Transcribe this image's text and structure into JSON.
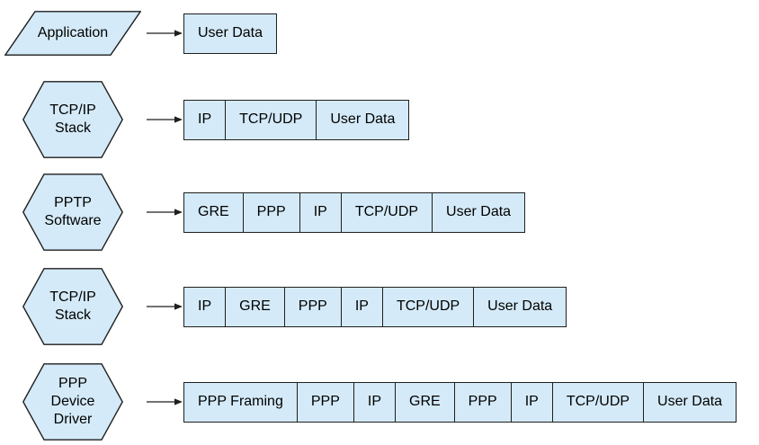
{
  "colors": {
    "fill": "#d4eaf8",
    "outline": "#1f1f1f",
    "text": "#000000",
    "arrow": "#1f1f1f"
  },
  "rows": [
    {
      "shape": {
        "type": "parallelogram",
        "label": "Application",
        "lines": [
          "Application"
        ]
      },
      "cells": [
        "User Data"
      ]
    },
    {
      "shape": {
        "type": "hexagon",
        "label": "TCP/IP Stack",
        "lines": [
          "TCP/IP",
          "Stack"
        ]
      },
      "cells": [
        "IP",
        "TCP/UDP",
        "User Data"
      ]
    },
    {
      "shape": {
        "type": "hexagon",
        "label": "PPTP Software",
        "lines": [
          "PPTP",
          "Software"
        ]
      },
      "cells": [
        "GRE",
        "PPP",
        "IP",
        "TCP/UDP",
        "User Data"
      ]
    },
    {
      "shape": {
        "type": "hexagon",
        "label": "TCP/IP Stack",
        "lines": [
          "TCP/IP",
          "Stack"
        ]
      },
      "cells": [
        "IP",
        "GRE",
        "PPP",
        "IP",
        "TCP/UDP",
        "User Data"
      ]
    },
    {
      "shape": {
        "type": "hexagon",
        "label": "PPP Device Driver",
        "lines": [
          "PPP",
          "Device",
          "Driver"
        ]
      },
      "cells": [
        "PPP Framing",
        "PPP",
        "IP",
        "GRE",
        "PPP",
        "IP",
        "TCP/UDP",
        "User Data"
      ]
    }
  ]
}
